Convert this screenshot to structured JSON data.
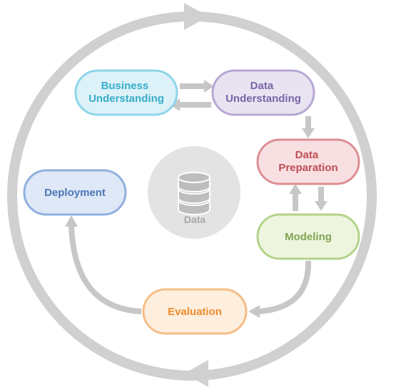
{
  "center": {
    "label": "Data",
    "icon": "database-icon"
  },
  "phases": [
    {
      "id": "business-understanding",
      "lines": [
        "Business",
        "Understanding"
      ],
      "fill": "#dcf1f8",
      "stroke": "#8fd5ea",
      "text_color": "#37aecb"
    },
    {
      "id": "data-understanding",
      "lines": [
        "Data",
        "Understanding"
      ],
      "fill": "#e8e3f1",
      "stroke": "#b6a8d3",
      "text_color": "#7a64a8"
    },
    {
      "id": "data-preparation",
      "lines": [
        "Data",
        "Preparation"
      ],
      "fill": "#f8e0e2",
      "stroke": "#dc8f93",
      "text_color": "#c04d54"
    },
    {
      "id": "modeling",
      "lines": [
        "Modeling"
      ],
      "fill": "#eef5df",
      "stroke": "#b3d389",
      "text_color": "#7fa553"
    },
    {
      "id": "evaluation",
      "lines": [
        "Evaluation"
      ],
      "fill": "#fdeede",
      "stroke": "#f6bd85",
      "text_color": "#f08c30"
    },
    {
      "id": "deployment",
      "lines": [
        "Deployment"
      ],
      "fill": "#dfe8f6",
      "stroke": "#8fb0df",
      "text_color": "#4a76b8"
    }
  ],
  "colors": {
    "cycle_arrow": "#cccccc",
    "inner_arrow": "#c7c7c7",
    "center_disc": "#e3e3e3",
    "database_icon": "#bdbdbd",
    "center_text": "#a8a8a8"
  }
}
